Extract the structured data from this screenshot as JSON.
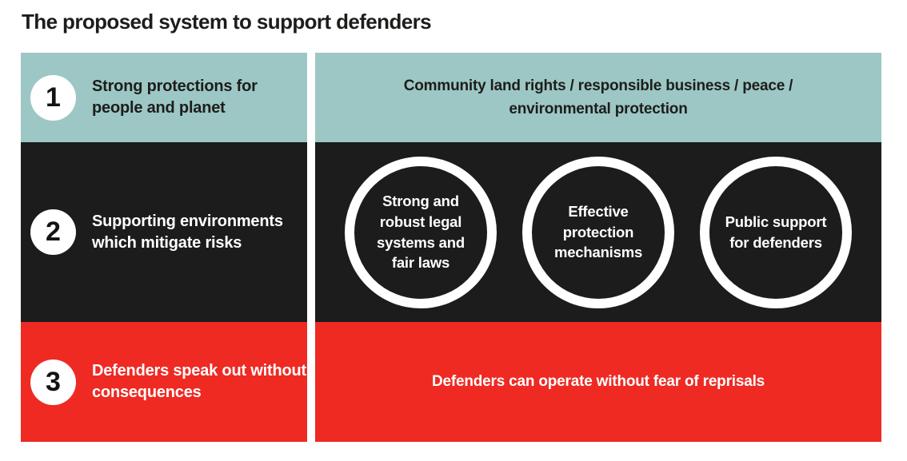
{
  "title": "The proposed system to support defenders",
  "colors": {
    "teal": "#9CC7C4",
    "dark": "#1C1C1C",
    "red": "#EE2A23",
    "text_dark": "#1D1D1B",
    "white": "#FFFFFF"
  },
  "steps": [
    {
      "number": "1",
      "label": "Strong protections for people and planet",
      "outcome": "Community land rights / responsible business / peace / environmental protection"
    },
    {
      "number": "2",
      "label": "Supporting environments which mitigate risks",
      "pillars": [
        "Strong and robust legal systems and fair laws",
        "Effective protection mechanisms",
        "Public support for defenders"
      ]
    },
    {
      "number": "3",
      "label": "Defenders speak out without consequences",
      "outcome": "Defenders can operate without fear of reprisals"
    }
  ]
}
